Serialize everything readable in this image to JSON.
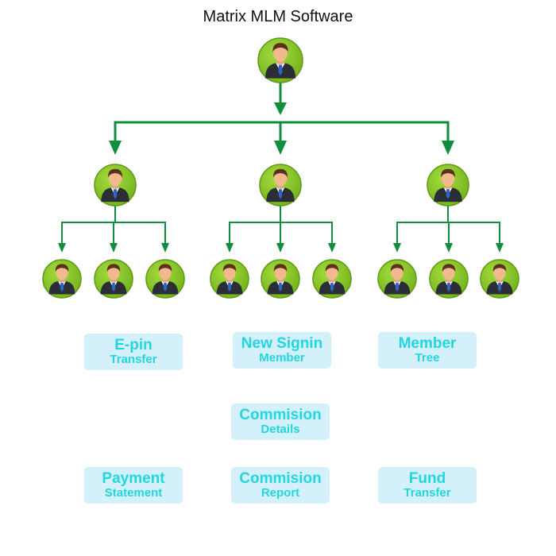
{
  "title": "Matrix MLM Software",
  "colors": {
    "connector": "#0f8f3e",
    "node_fill": "#84c224",
    "node_border": "#5e9a14",
    "feature_bg": "#d4f1fb",
    "feature_text": "#22d6e0"
  },
  "icons": {
    "node": "businessman-avatar-icon"
  },
  "features": [
    {
      "id": "epin-transfer",
      "line1": "E-pin",
      "line2": "Transfer"
    },
    {
      "id": "new-signin-member",
      "line1": "New Signin",
      "line2": "Member"
    },
    {
      "id": "member-tree",
      "line1": "Member",
      "line2": "Tree"
    },
    {
      "id": "commision-details",
      "line1": "Commision",
      "line2": "Details"
    },
    {
      "id": "payment-statement",
      "line1": "Payment",
      "line2": "Statement"
    },
    {
      "id": "commision-report",
      "line1": "Commision",
      "line2": "Report"
    },
    {
      "id": "fund-transfer",
      "line1": "Fund",
      "line2": "Transfer"
    }
  ]
}
